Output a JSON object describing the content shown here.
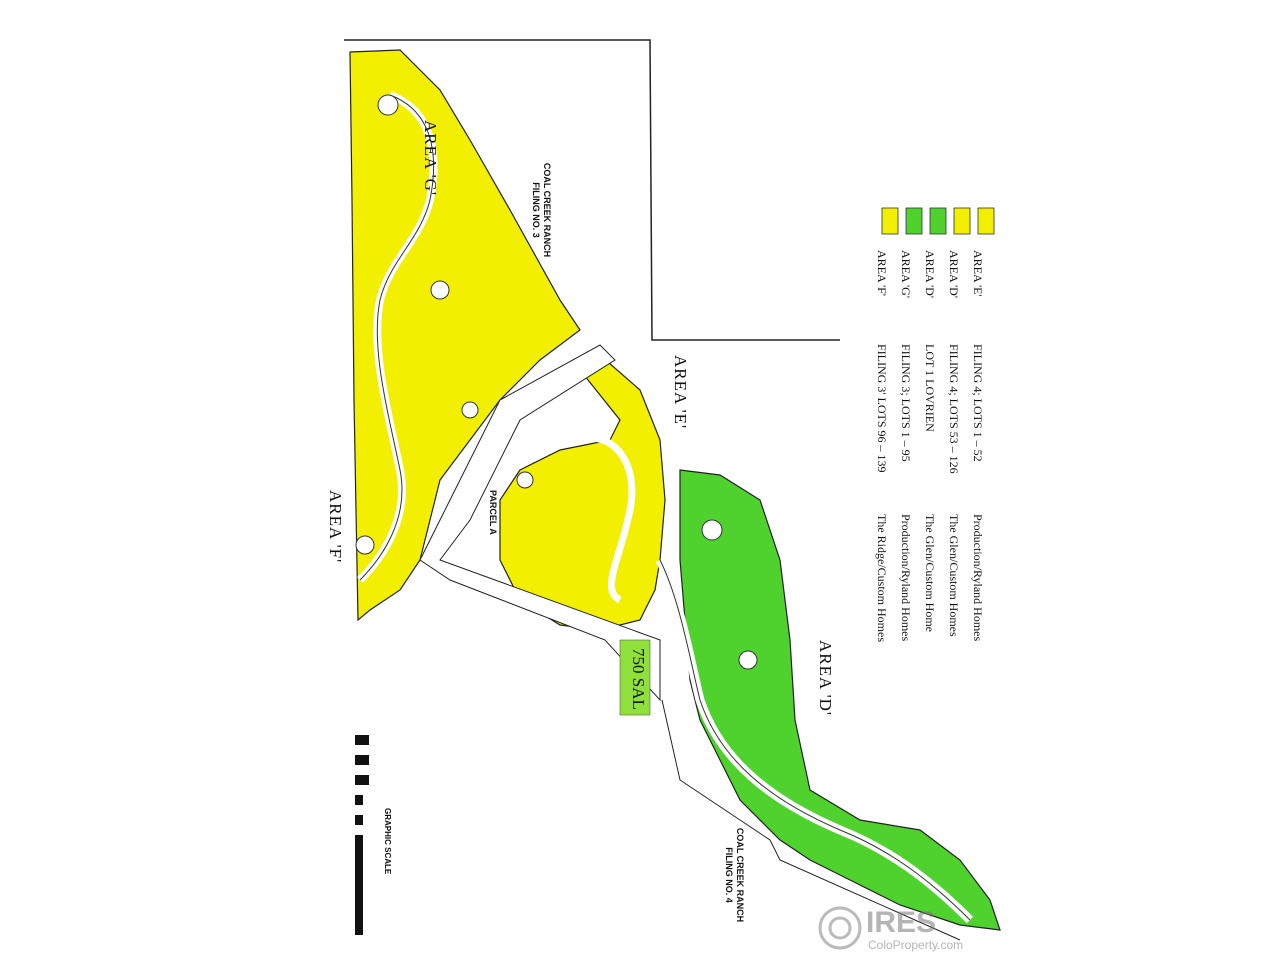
{
  "areas": {
    "g": "AREA 'G'",
    "e": "AREA 'E'",
    "f": "AREA 'F'",
    "d": "AREA 'D'"
  },
  "filing_labels": {
    "no3": "COAL CREEK RANCH FILING NO. 3",
    "no4": "COAL CREEK RANCH FILING NO. 4"
  },
  "lot_tag": "750 SAL",
  "parcel_label": "PARCEL A",
  "legend": {
    "rows": [
      {
        "area": "AREA 'E'",
        "filing": "FILING 4; LOTS 1 – 52",
        "builder": "Production/Ryland Homes",
        "color": "#f2ef00"
      },
      {
        "area": "AREA 'D'",
        "filing": "FILING 4; LOTS 53 – 126",
        "builder": "The Glen/Custom Homes",
        "color": "#f2ef00"
      },
      {
        "area": "AREA 'D'",
        "filing": "LOT 1 LOVRIEN",
        "builder": "The Glen/Custom Home",
        "color": "#4fd12e"
      },
      {
        "area": "AREA 'G'",
        "filing": "FILING 3; LOTS 1 – 95",
        "builder": "Production/Ryland Homes",
        "color": "#4fd12e"
      },
      {
        "area": "AREA 'F'",
        "filing": "FILING 3' LOTS 96 – 139",
        "builder": "The Ridge/Custom Homes",
        "color": "#f2ef00"
      }
    ]
  },
  "graphic_scale": "GRAPHIC SCALE",
  "watermark": {
    "brand": "IRES",
    "sub": "ColoProperty.com"
  },
  "colors": {
    "yellow_lots": "#f2ef00",
    "green_lots": "#4fd12e",
    "lot_tag": "#8fe03a"
  }
}
